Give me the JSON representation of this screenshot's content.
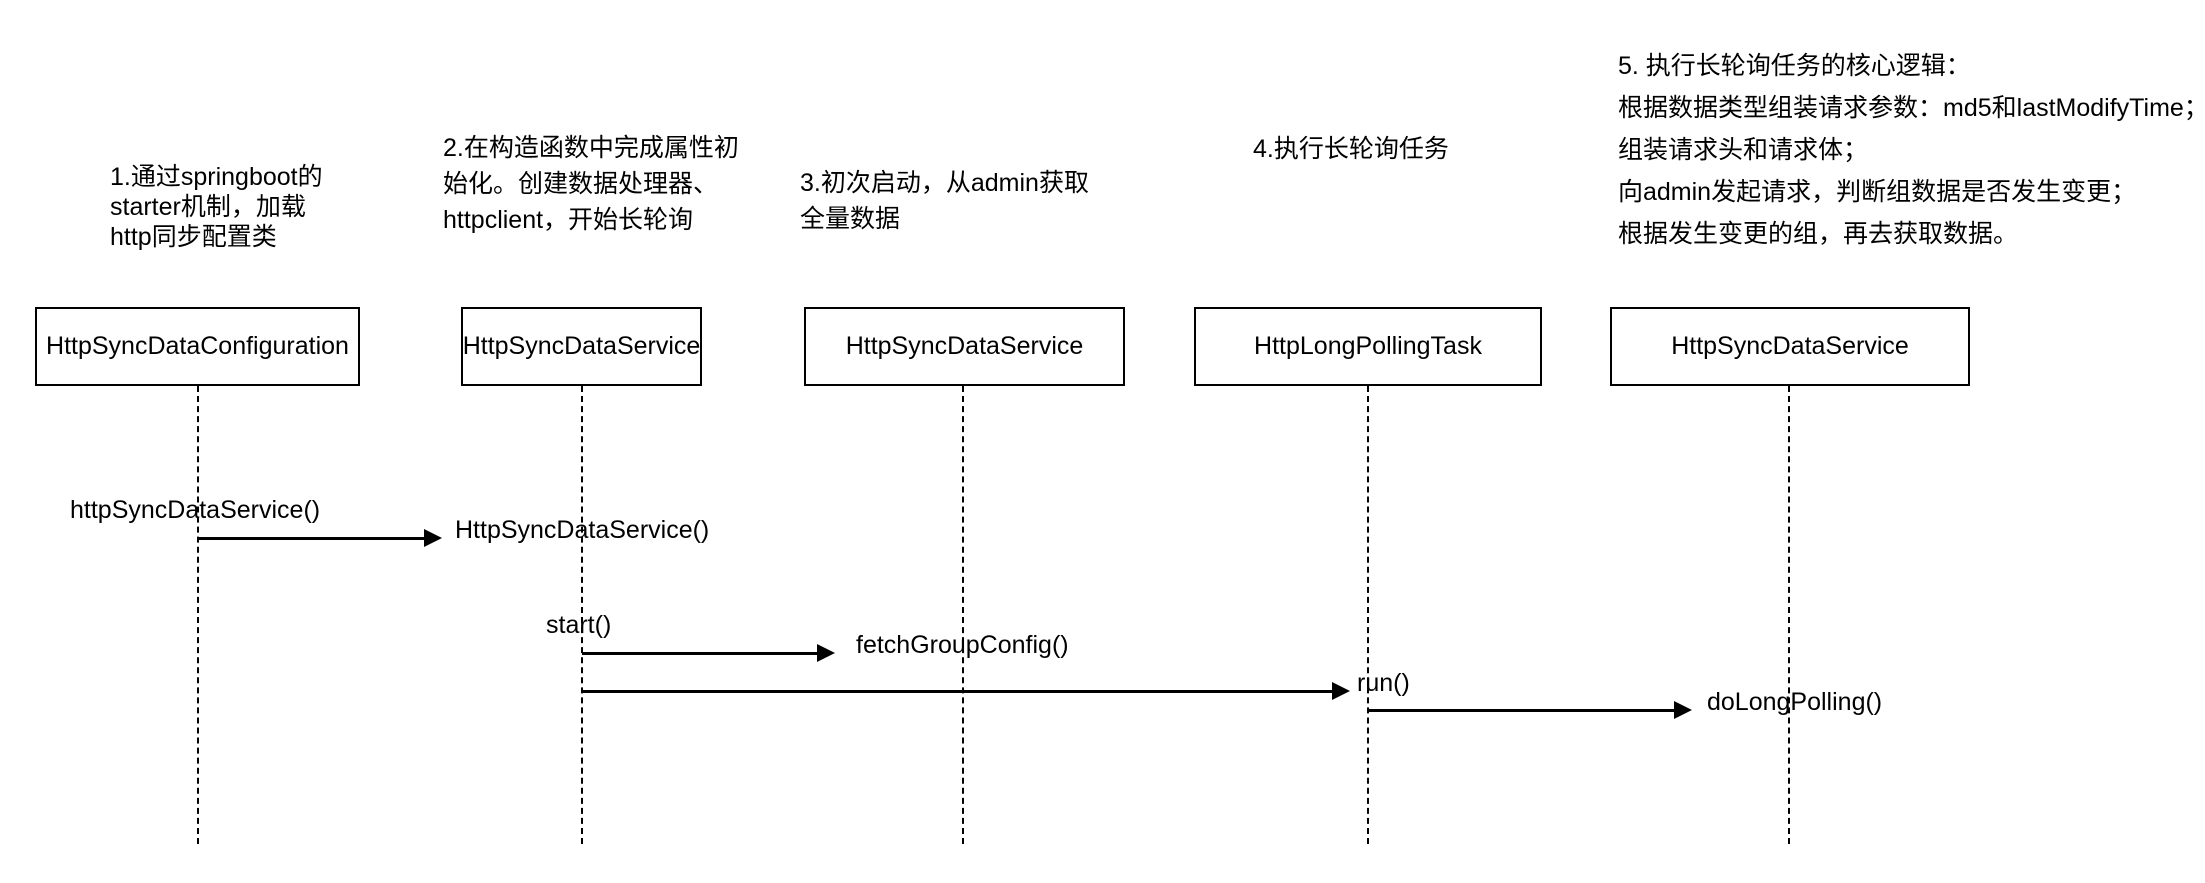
{
  "diagram": {
    "type": "sequence-diagram",
    "title": "",
    "background_color": "#ffffff",
    "line_color": "#000000",
    "text_color": "#000000"
  },
  "annotations": [
    {
      "id": "annotation-1",
      "lines": [
        "1.通过springboot的",
        "starter机制，加载",
        "http同步配置类"
      ]
    },
    {
      "id": "annotation-2",
      "lines": [
        "2.在构造函数中完成属性初",
        "始化。创建数据处理器、",
        "httpclient，开始长轮询"
      ]
    },
    {
      "id": "annotation-3",
      "lines": [
        "3.初次启动，从admin获取",
        "全量数据"
      ]
    },
    {
      "id": "annotation-4",
      "lines": [
        "4.执行长轮询任务"
      ]
    },
    {
      "id": "annotation-5",
      "lines": [
        "5. 执行长轮询任务的核心逻辑：",
        "根据数据类型组装请求参数：md5和lastModifyTime；",
        "组装请求头和请求体；",
        "向admin发起请求，判断组数据是否发生变更；",
        "根据发生变更的组，再去获取数据。"
      ]
    }
  ],
  "participants": [
    {
      "id": "participant-1",
      "label": "HttpSyncDataConfiguration"
    },
    {
      "id": "participant-2",
      "label": "HttpSyncDataService"
    },
    {
      "id": "participant-3",
      "label": "HttpSyncDataService"
    },
    {
      "id": "participant-4",
      "label": "HttpLongPollingTask"
    },
    {
      "id": "participant-5",
      "label": "HttpSyncDataService"
    }
  ],
  "messages": [
    {
      "id": "message-1",
      "from": "participant-1",
      "to": "participant-2",
      "source_label": "httpSyncDataService()",
      "target_label": "HttpSyncDataService()"
    },
    {
      "id": "message-2",
      "from": "participant-2",
      "to": "participant-3",
      "source_label": "start()",
      "target_label": "fetchGroupConfig()"
    },
    {
      "id": "message-3",
      "from": "participant-2",
      "to": "participant-4",
      "source_label": "",
      "target_label": "run()"
    },
    {
      "id": "message-4",
      "from": "participant-4",
      "to": "participant-5",
      "source_label": "",
      "target_label": "doLongPolling()"
    }
  ]
}
